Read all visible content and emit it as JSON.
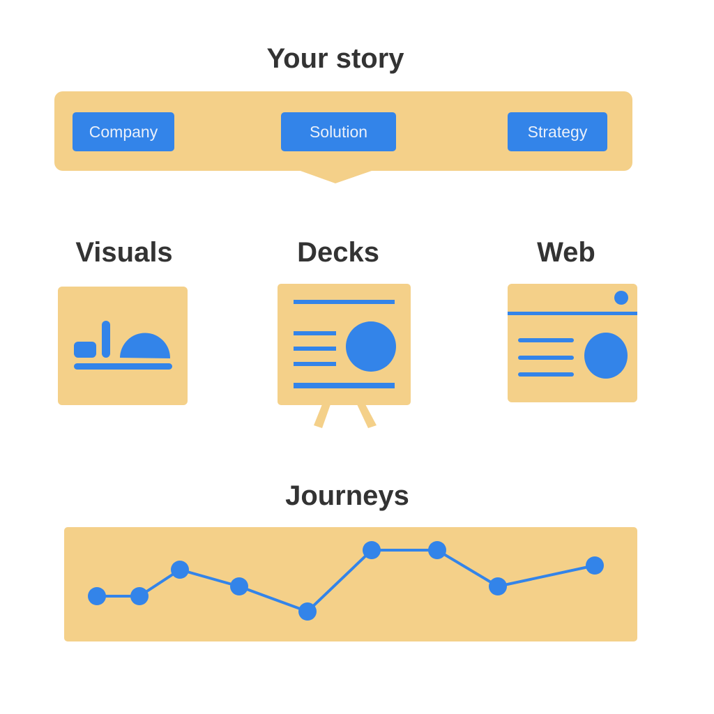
{
  "title": "Your story",
  "story_tags": [
    "Company",
    "Solution",
    "Strategy"
  ],
  "sections": {
    "visuals": "Visuals",
    "decks": "Decks",
    "web": "Web",
    "journeys": "Journeys"
  },
  "colors": {
    "panel": "#F4D089",
    "accent": "#3384E9",
    "text": "#333333"
  }
}
